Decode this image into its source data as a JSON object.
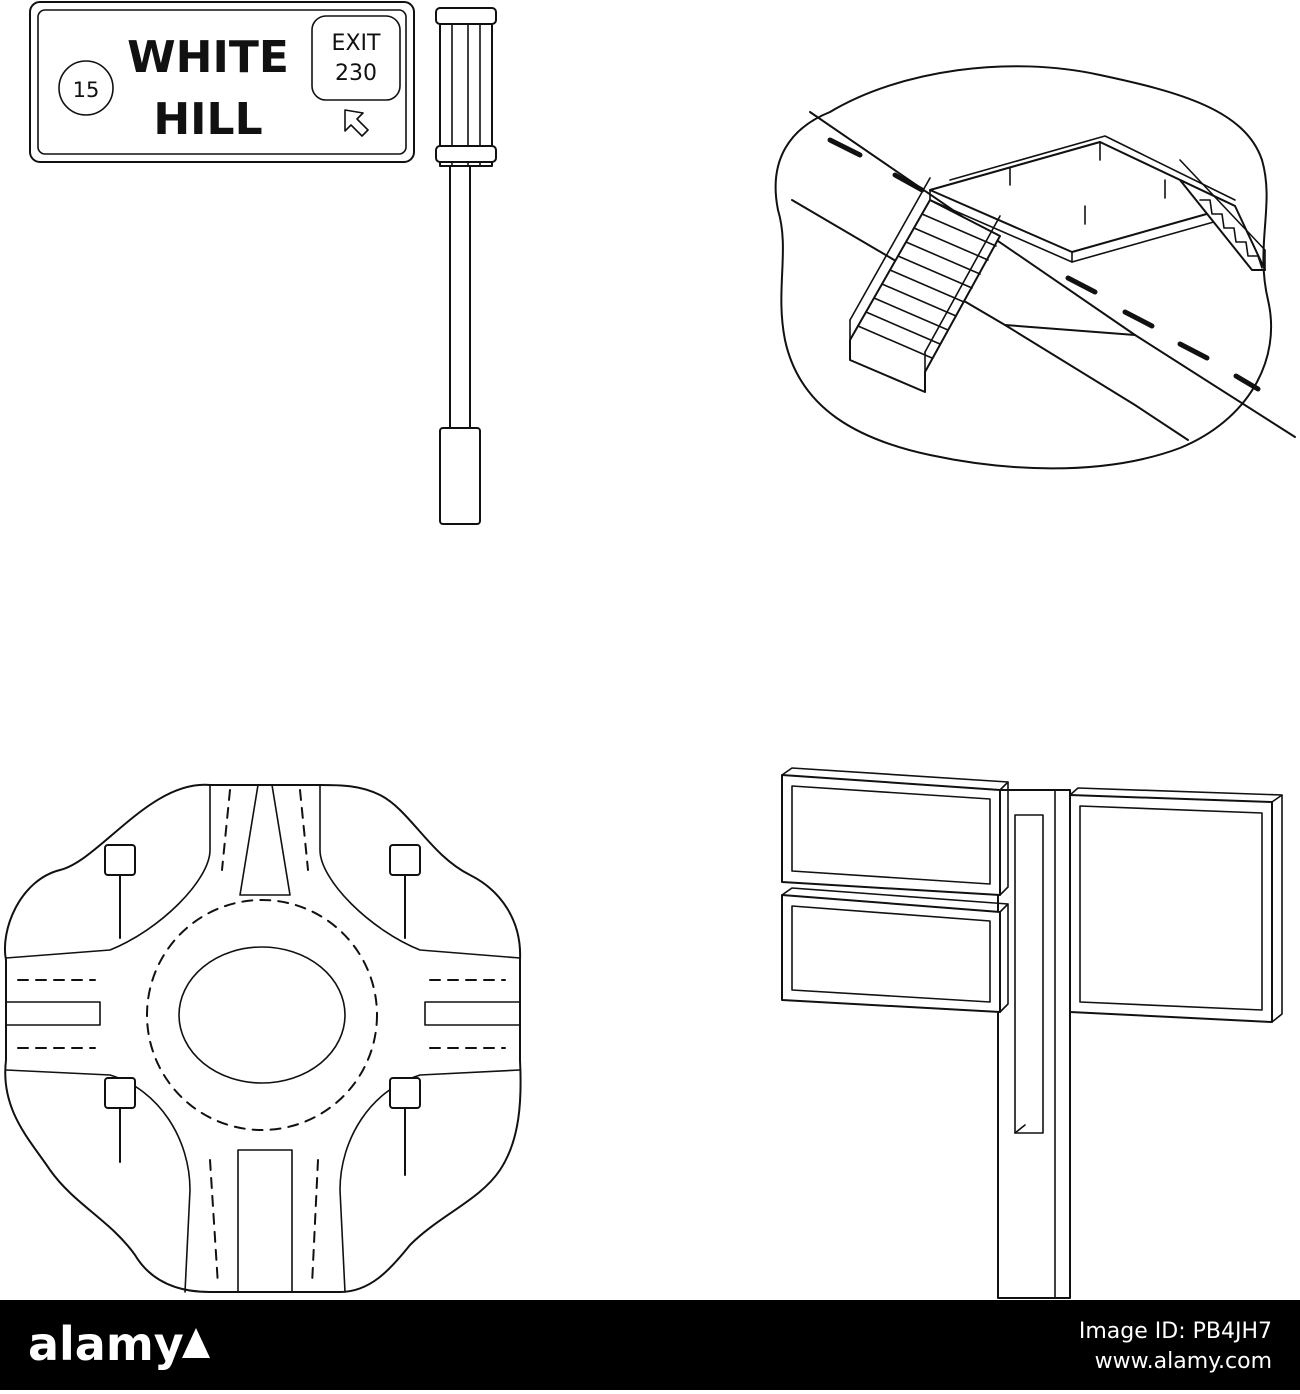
{
  "highway_sign": {
    "route_number": "15",
    "title_line1": "WHITE",
    "title_line2": "HILL",
    "exit_label": "EXIT",
    "exit_number": "230",
    "arrow_icon": "arrow-down-left-icon"
  },
  "footer": {
    "brand": "alamy",
    "image_id": "Image ID: PB4JH7",
    "website": "www.alamy.com",
    "brand_color": "#000000",
    "text_color": "#ffffff"
  }
}
